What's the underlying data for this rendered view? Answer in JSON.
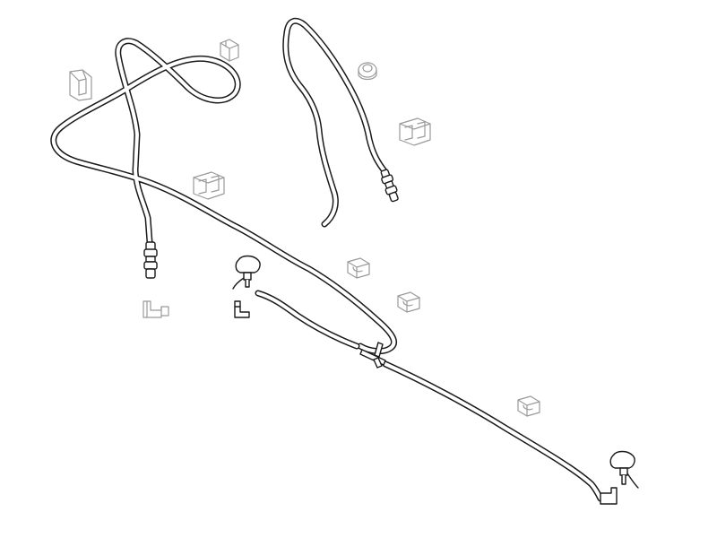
{
  "diagram": {
    "colors": {
      "background": "#ffffff",
      "line": "#1a1a1a",
      "hose_fill": "#ffffff",
      "ghost_line": "#9a9a9a",
      "ghost_fill": "#ffffff",
      "dark_fill": "#2a2a2a"
    },
    "parts": [
      {
        "name": "washer-hose-main",
        "kind": "hose"
      },
      {
        "name": "washer-hose-upper-right",
        "kind": "hose"
      },
      {
        "name": "washer-hose-lower-right",
        "kind": "hose"
      },
      {
        "name": "washer-hose-short-middle",
        "kind": "hose"
      },
      {
        "name": "hose-connector-left",
        "kind": "connector"
      },
      {
        "name": "hose-connector-right",
        "kind": "connector"
      },
      {
        "name": "t-piece-connector",
        "kind": "connector"
      },
      {
        "name": "washer-jet-left",
        "kind": "jet"
      },
      {
        "name": "washer-jet-right",
        "kind": "jet"
      },
      {
        "name": "elbow-fitting-left",
        "kind": "fitting"
      },
      {
        "name": "elbow-fitting-middle",
        "kind": "fitting"
      },
      {
        "name": "elbow-fitting-right",
        "kind": "fitting"
      },
      {
        "name": "hose-clip",
        "kind": "clip"
      },
      {
        "name": "hose-clip",
        "kind": "clip"
      },
      {
        "name": "hose-clip",
        "kind": "clip"
      },
      {
        "name": "hose-clip",
        "kind": "clip"
      },
      {
        "name": "hose-clip",
        "kind": "clip"
      },
      {
        "name": "hose-clip",
        "kind": "clip"
      },
      {
        "name": "hose-clip",
        "kind": "clip"
      },
      {
        "name": "grommet",
        "kind": "grommet"
      }
    ]
  }
}
